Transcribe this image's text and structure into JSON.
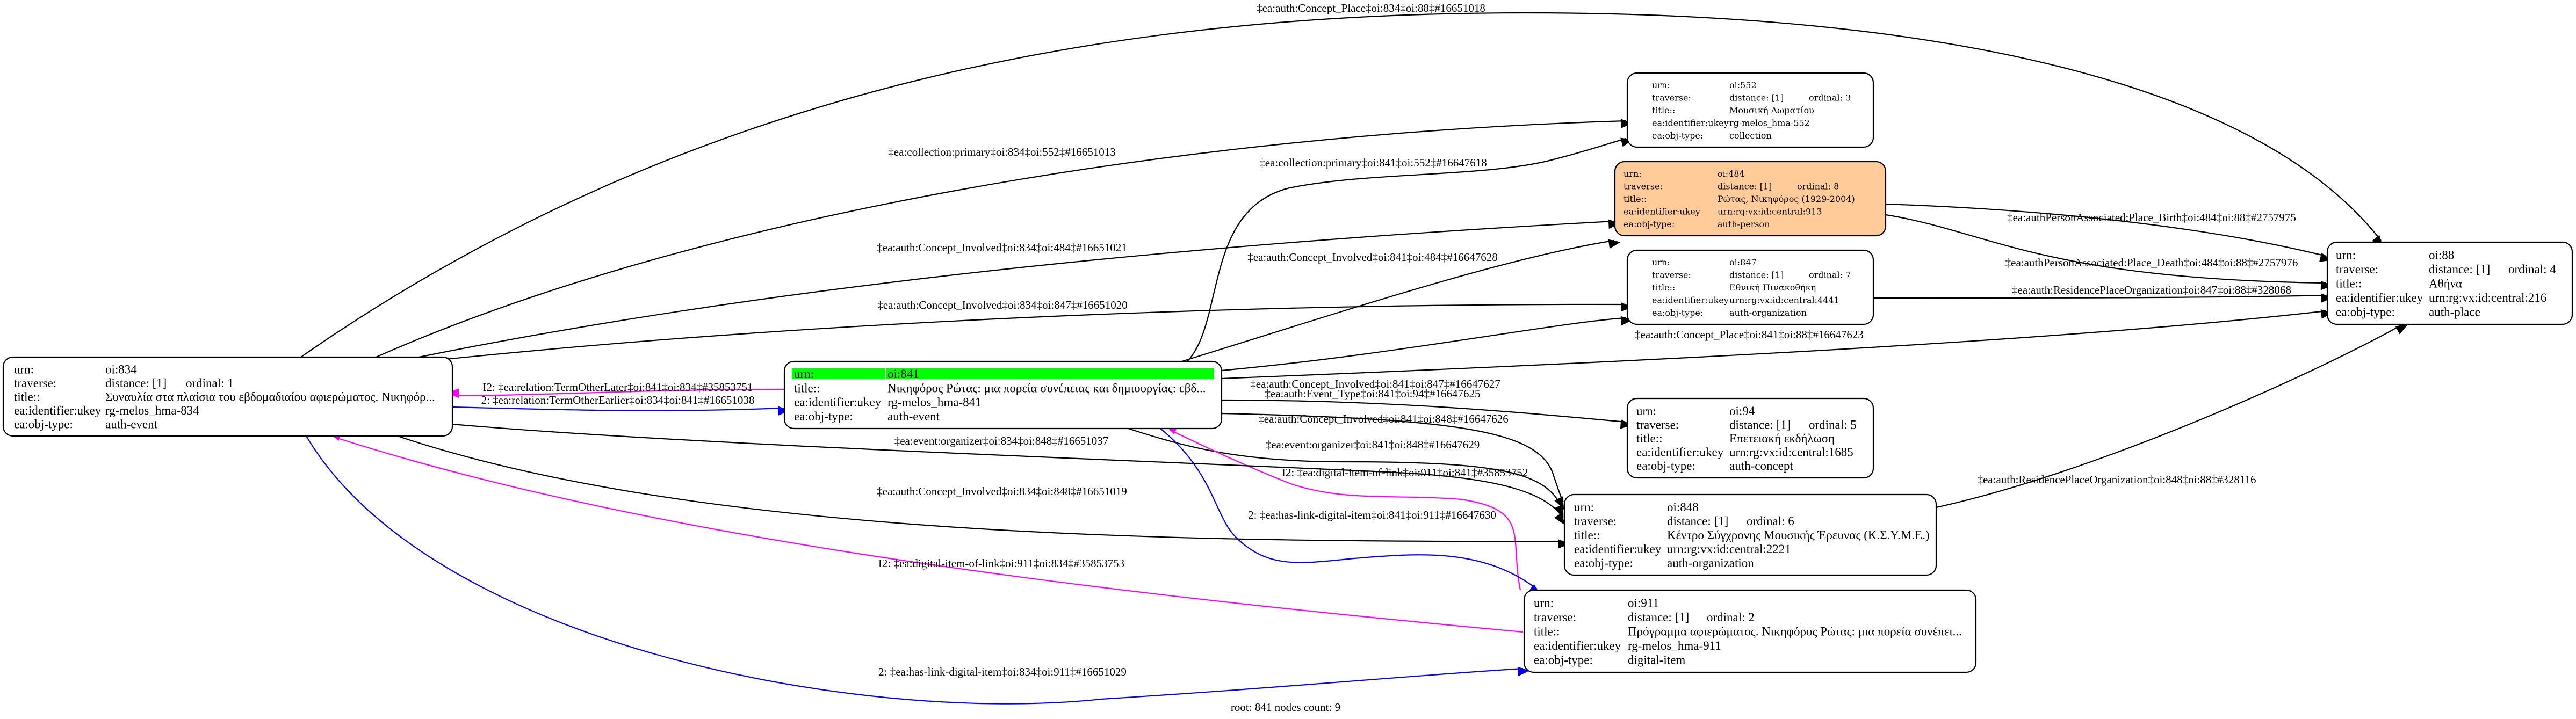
{
  "colors": {
    "edge_default": "#000000",
    "edge_forward_link": "#0000ff",
    "edge_inverse_link": "#ff00ff",
    "root_highlight": "#00ff00",
    "person_fill": "#ffcc99",
    "node_fill": "#ffffff"
  },
  "graph": {
    "footer": "root: 841 nodes count: 9",
    "nodes": [
      {
        "id": "834",
        "rows": [
          {
            "label": "urn:",
            "value": "oi:834"
          },
          {
            "label": "traverse:",
            "value": "distance: [1]",
            "extra": "ordinal: 1"
          },
          {
            "label": "title::",
            "value": "Συναυλία στα πλαίσια του εβδομαδιαίου αφιερώματος. Νικηφόρ..."
          },
          {
            "label": "ea:identifier:ukey",
            "value": "rg-melos_hma-834"
          },
          {
            "label": "ea:obj-type:",
            "value": "auth-event"
          }
        ]
      },
      {
        "id": "841",
        "root": true,
        "rows": [
          {
            "label": "urn:",
            "value": "oi:841"
          },
          {
            "label": "title::",
            "value": "Νικηφόρος Ρώτας: μια πορεία συνέπειας και δημιουργίας: εβδ..."
          },
          {
            "label": "ea:identifier:ukey",
            "value": "rg-melos_hma-841"
          },
          {
            "label": "ea:obj-type:",
            "value": "auth-event"
          }
        ]
      },
      {
        "id": "552",
        "rows": [
          {
            "label": "urn:",
            "value": "oi:552"
          },
          {
            "label": "traverse:",
            "value": "distance: [1]",
            "extra": "ordinal: 3"
          },
          {
            "label": "title::",
            "value": "Μουσική Δωματίου"
          },
          {
            "label": "ea:identifier:ukey",
            "value": "rg-melos_hma-552"
          },
          {
            "label": "ea:obj-type:",
            "value": "collection"
          }
        ]
      },
      {
        "id": "484",
        "filled": true,
        "rows": [
          {
            "label": "urn:",
            "value": "oi:484"
          },
          {
            "label": "traverse:",
            "value": "distance: [1]",
            "extra": "ordinal: 8"
          },
          {
            "label": "title::",
            "value": "Ρώτας, Νικηφόρος (1929-2004)"
          },
          {
            "label": "ea:identifier:ukey",
            "value": "urn:rg:vx:id:central:913"
          },
          {
            "label": "ea:obj-type:",
            "value": "auth-person"
          }
        ]
      },
      {
        "id": "847",
        "rows": [
          {
            "label": "urn:",
            "value": "oi:847"
          },
          {
            "label": "traverse:",
            "value": "distance: [1]",
            "extra": "ordinal: 7"
          },
          {
            "label": "title::",
            "value": "Εθνική Πινακοθήκη"
          },
          {
            "label": "ea:identifier:ukey",
            "value": "urn:rg:vx:id:central:4441"
          },
          {
            "label": "ea:obj-type:",
            "value": "auth-organization"
          }
        ]
      },
      {
        "id": "88",
        "rows": [
          {
            "label": "urn:",
            "value": "oi:88"
          },
          {
            "label": "traverse:",
            "value": "distance: [1]",
            "extra": "ordinal: 4"
          },
          {
            "label": "title::",
            "value": "Αθήνα"
          },
          {
            "label": "ea:identifier:ukey",
            "value": "urn:rg:vx:id:central:216"
          },
          {
            "label": "ea:obj-type:",
            "value": "auth-place"
          }
        ]
      },
      {
        "id": "94",
        "rows": [
          {
            "label": "urn:",
            "value": "oi:94"
          },
          {
            "label": "traverse:",
            "value": "distance: [1]",
            "extra": "ordinal: 5"
          },
          {
            "label": "title::",
            "value": "Επετειακή εκδήλωση"
          },
          {
            "label": "ea:identifier:ukey",
            "value": "urn:rg:vx:id:central:1685"
          },
          {
            "label": "ea:obj-type:",
            "value": "auth-concept"
          }
        ]
      },
      {
        "id": "848",
        "rows": [
          {
            "label": "urn:",
            "value": "oi:848"
          },
          {
            "label": "traverse:",
            "value": "distance: [1]",
            "extra": "ordinal: 6"
          },
          {
            "label": "title::",
            "value": "Κέντρο Σύγχρονης Μουσικής Έρευνας (Κ.Σ.Υ.Μ.Ε.)"
          },
          {
            "label": "ea:identifier:ukey",
            "value": "urn:rg:vx:id:central:2221"
          },
          {
            "label": "ea:obj-type:",
            "value": "auth-organization"
          }
        ]
      },
      {
        "id": "911",
        "rows": [
          {
            "label": "urn:",
            "value": "oi:911"
          },
          {
            "label": "traverse:",
            "value": "distance: [1]",
            "extra": "ordinal: 2"
          },
          {
            "label": "title::",
            "value": "Πρόγραμμα αφιερώματος. Νικηφόρος Ρώτας: μια πορεία συνέπει..."
          },
          {
            "label": "ea:identifier:ukey",
            "value": "rg-melos_hma-911"
          },
          {
            "label": "ea:obj-type:",
            "value": "digital-item"
          }
        ]
      }
    ],
    "edges": [
      {
        "from": "834",
        "to": "88",
        "kind": "default",
        "label": "‡ea:auth:Concept_Place‡oi:834‡oi:88‡#16651018"
      },
      {
        "from": "834",
        "to": "552",
        "kind": "default",
        "label": "‡ea:collection:primary‡oi:834‡oi:552‡#16651013"
      },
      {
        "from": "841",
        "to": "552",
        "kind": "default",
        "label": "‡ea:collection:primary‡oi:841‡oi:552‡#16647618"
      },
      {
        "from": "834",
        "to": "484",
        "kind": "default",
        "label": "‡ea:auth:Concept_Involved‡oi:834‡oi:484‡#16651021"
      },
      {
        "from": "841",
        "to": "484",
        "kind": "default",
        "label": "‡ea:auth:Concept_Involved‡oi:841‡oi:484‡#16647628"
      },
      {
        "from": "834",
        "to": "847",
        "kind": "default",
        "label": "‡ea:auth:Concept_Involved‡oi:834‡oi:847‡#16651020"
      },
      {
        "from": "841",
        "to": "847",
        "kind": "default",
        "label": "‡ea:auth:Concept_Involved‡oi:841‡oi:847‡#16647627"
      },
      {
        "from": "841",
        "to": "88",
        "kind": "default",
        "label": "‡ea:auth:Concept_Place‡oi:841‡oi:88‡#16647623"
      },
      {
        "from": "484",
        "to": "88",
        "kind": "default",
        "label": "‡ea:authPersonAssociated:Place_Birth‡oi:484‡oi:88‡#2757975"
      },
      {
        "from": "484",
        "to": "88",
        "kind": "default",
        "label": "‡ea:authPersonAssociated:Place_Death‡oi:484‡oi:88‡#2757976"
      },
      {
        "from": "847",
        "to": "88",
        "kind": "default",
        "label": "‡ea:auth:ResidencePlaceOrganization‡oi:847‡oi:88‡#328068"
      },
      {
        "from": "848",
        "to": "88",
        "kind": "default",
        "label": "‡ea:auth:ResidencePlaceOrganization‡oi:848‡oi:88‡#328116"
      },
      {
        "from": "841",
        "to": "94",
        "kind": "default",
        "label": "‡ea:auth:Event_Type‡oi:841‡oi:94‡#16647625"
      },
      {
        "from": "841",
        "to": "848",
        "kind": "default",
        "label": "‡ea:auth:Concept_Involved‡oi:841‡oi:848‡#16647626"
      },
      {
        "from": "841",
        "to": "848",
        "kind": "default",
        "label": "‡ea:event:organizer‡oi:841‡oi:848‡#16647629"
      },
      {
        "from": "911",
        "to": "841",
        "kind": "inverse",
        "label": "I2: ‡ea:digital-item-of-link‡oi:911‡oi:841‡#35853752"
      },
      {
        "from": "834",
        "to": "848",
        "kind": "default",
        "label": "‡ea:event:organizer‡oi:834‡oi:848‡#16651037"
      },
      {
        "from": "834",
        "to": "848",
        "kind": "default",
        "label": "‡ea:auth:Concept_Involved‡oi:834‡oi:848‡#16651019"
      },
      {
        "from": "841",
        "to": "911",
        "kind": "forward",
        "label": "2: ‡ea:has-link-digital-item‡oi:841‡oi:911‡#16647630"
      },
      {
        "from": "911",
        "to": "834",
        "kind": "inverse",
        "label": "I2: ‡ea:digital-item-of-link‡oi:911‡oi:834‡#35853753"
      },
      {
        "from": "834",
        "to": "911",
        "kind": "forward",
        "label": "2: ‡ea:has-link-digital-item‡oi:834‡oi:911‡#16651029"
      },
      {
        "from": "841",
        "to": "834",
        "kind": "inverse",
        "label": "I2: ‡ea:relation:TermOtherLater‡oi:841‡oi:834‡#35853751"
      },
      {
        "from": "834",
        "to": "841",
        "kind": "forward",
        "label": "2: ‡ea:relation:TermOtherEarlier‡oi:834‡oi:841‡#16651038"
      }
    ]
  }
}
